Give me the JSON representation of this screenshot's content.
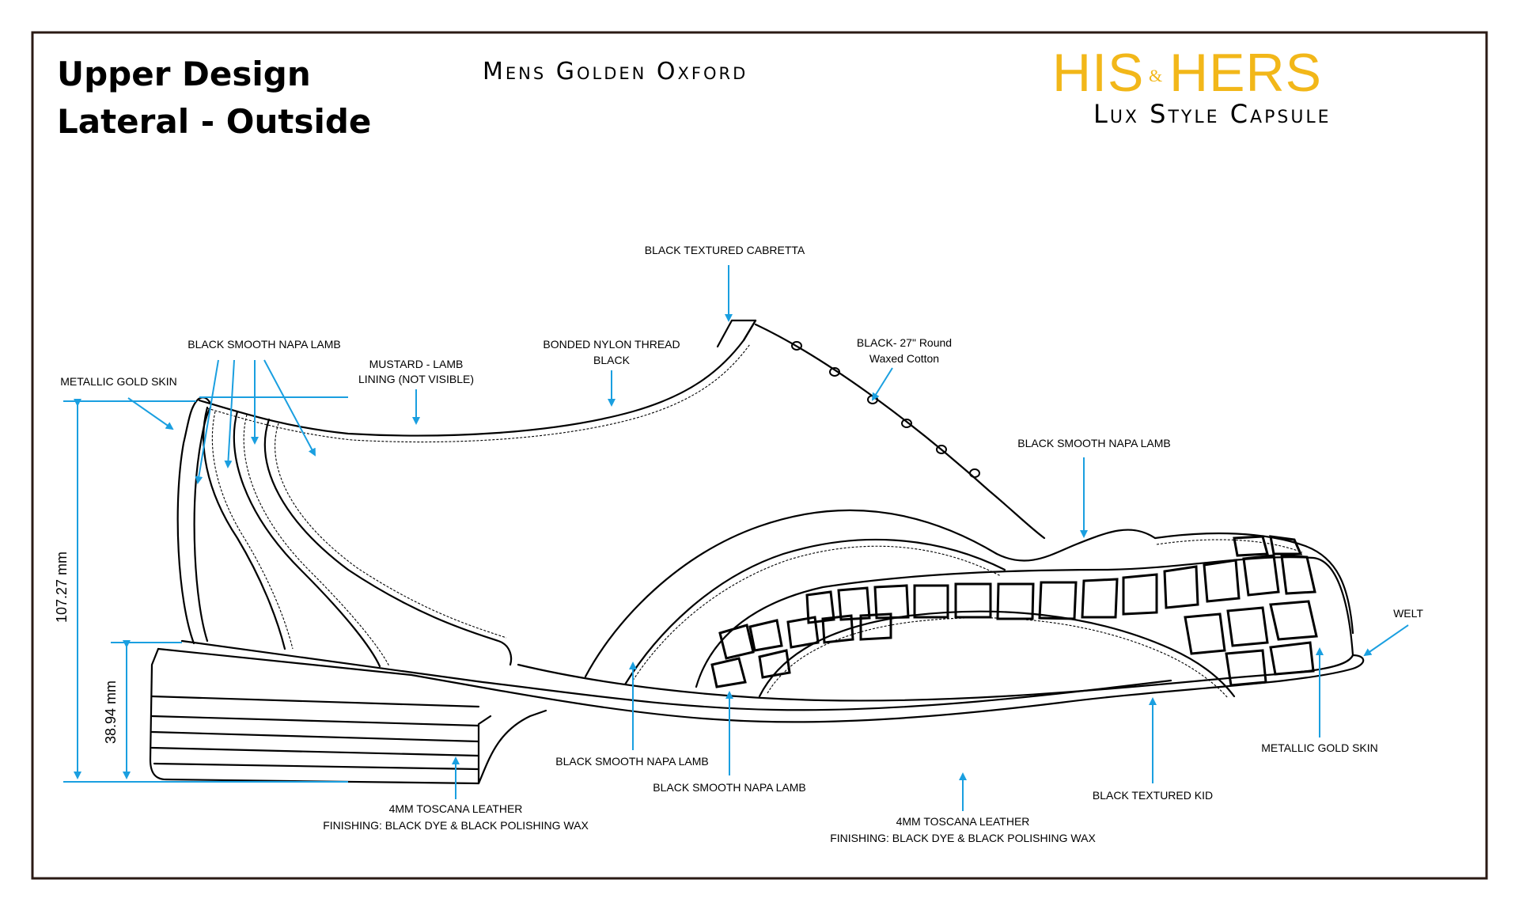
{
  "header": {
    "title_line1": "Upper Design",
    "title_line2": "Lateral - Outside",
    "model": "Mens Golden Oxford",
    "brand_his": "HIS",
    "brand_amp": "&",
    "brand_hers": "HERS",
    "brand_sub": "Lux Style Capsule"
  },
  "colors": {
    "accent_blue": "#1a9fe0",
    "brand_gold": "#f2b719",
    "frame": "#2a1a14"
  },
  "labels": {
    "cabretta": "BLACK TEXTURED CABRETTA",
    "napa_top": "BLACK SMOOTH NAPA LAMB",
    "thread_1": "BONDED NYLON THREAD",
    "thread_2": "BLACK",
    "lace_1": "BLACK- 27\" Round",
    "lace_2": "Waxed Cotton",
    "lining_1": "MUSTARD - LAMB",
    "lining_2": "LINING (NOT VISIBLE)",
    "gold_skin_heel": "METALLIC GOLD SKIN",
    "napa_vamp": "BLACK SMOOTH NAPA LAMB",
    "welt": "WELT",
    "napa_quarter": "BLACK SMOOTH NAPA LAMB",
    "napa_wing": "BLACK SMOOTH NAPA LAMB",
    "textured_kid": "BLACK TEXTURED KID",
    "gold_skin_toe": "METALLIC GOLD SKIN",
    "heel_leather_1": "4MM TOSCANA LEATHER",
    "heel_leather_2": "FINISHING: BLACK DYE & BLACK POLISHING WAX",
    "sole_leather_1": "4MM TOSCANA LEATHER",
    "sole_leather_2": "FINISHING: BLACK DYE & BLACK POLISHING WAX"
  },
  "dimensions": {
    "total_height": "107.27 mm",
    "heel_height": "38.94 mm"
  }
}
